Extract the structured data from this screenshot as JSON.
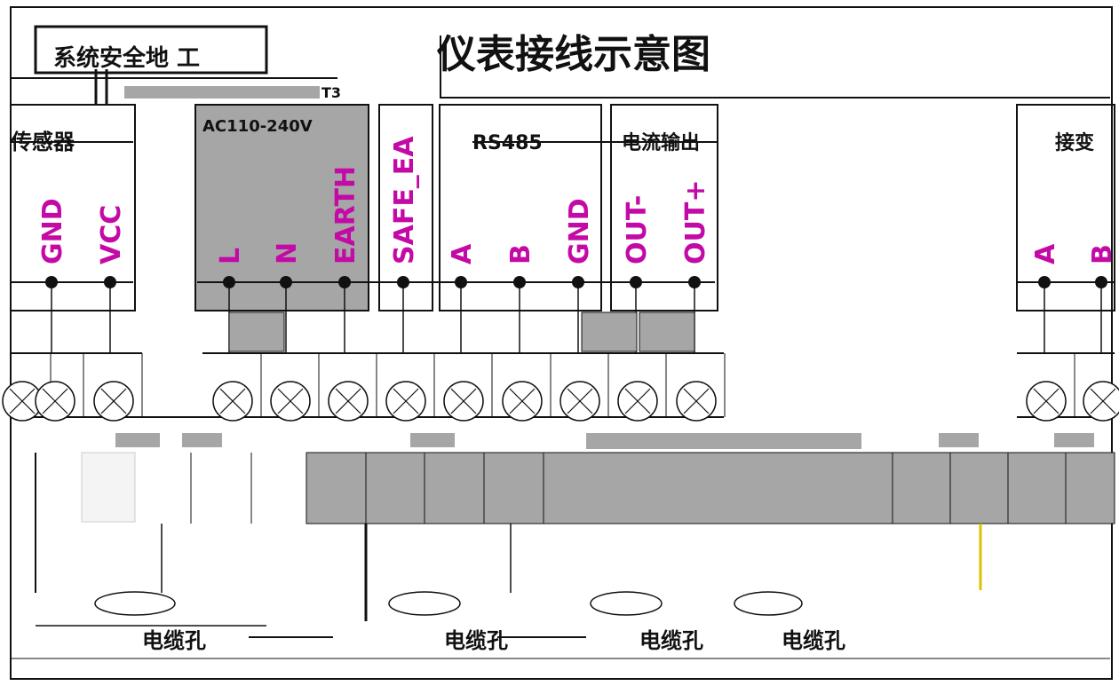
{
  "title": "仪表接线示意图",
  "ground_box_label": "系统安全地 工",
  "top_tag": "T3",
  "sections": {
    "sensor": "传感器",
    "ac_supply": "AC110-240V",
    "rs485": "RS485",
    "current": "电流输出",
    "right_partial": "接变"
  },
  "terminals": {
    "sensor_gnd": "GND",
    "sensor_vcc": "VCC",
    "l": "L",
    "n": "N",
    "earth": "EARTH",
    "safe": "SAFE_EA",
    "a": "A",
    "b": "B",
    "gnd2": "GND",
    "out_minus": "OUT-",
    "out_plus": "OUT+",
    "right_a": "A",
    "right_b": "B"
  },
  "bottom_labels": {
    "cable1": "电缆孔",
    "cable2": "电缆孔",
    "cable3": "电缆孔",
    "cable4": "电缆孔"
  },
  "colors": {
    "line": "#111111",
    "label": "#c40aa6",
    "fill_gray": "#a6a6a6",
    "dot": "#111111"
  }
}
